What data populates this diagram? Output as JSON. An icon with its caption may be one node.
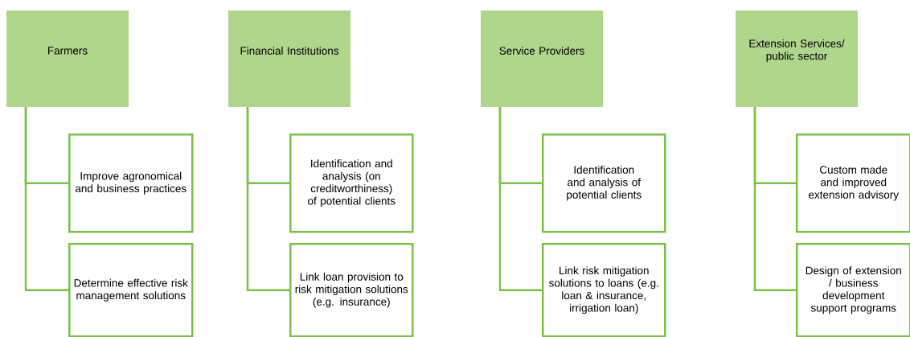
{
  "diagram": {
    "nodes": [
      {
        "text": [
          "Farmers"
        ]
      },
      {
        "text": [
          "Improve agronomical and business practices"
        ]
      },
      {
        "text": [
          "Determine effective risk management solutions"
        ]
      },
      {
        "text": [
          "Financial Institutions"
        ]
      },
      {
        "text": [
          "Identification and analysis (on creditworthiness) of potential clients"
        ]
      },
      {
        "text": [
          "Link loan provision to risk mitigation solutions (e.g. insurance)"
        ]
      },
      {
        "text": [
          "Service Providers"
        ]
      },
      {
        "text": [
          "Identification and analysis of potential clients"
        ]
      },
      {
        "text": [
          "Link risk mitigation solutions to loans (e.g. loan & insurance, irrigation loan)"
        ]
      },
      {
        "text": [
          "Extension Services/ public sector"
        ]
      },
      {
        "text": [
          "Custom made and improved extension advisory"
        ]
      },
      {
        "text": [
          "Design of extension / business development support programs"
        ]
      }
    ],
    "edges": [
      {
        "from": 0,
        "to": 1,
        "arrow": "none"
      },
      {
        "from": 0,
        "to": 2,
        "arrow": "none"
      },
      {
        "from": 3,
        "to": 4,
        "arrow": "none"
      },
      {
        "from": 3,
        "to": 5,
        "arrow": "none"
      },
      {
        "from": 6,
        "to": 7,
        "arrow": "none"
      },
      {
        "from": 6,
        "to": 8,
        "arrow": "none"
      },
      {
        "from": 9,
        "to": 10,
        "arrow": "none"
      },
      {
        "from": 9,
        "to": 11,
        "arrow": "none"
      }
    ]
  }
}
